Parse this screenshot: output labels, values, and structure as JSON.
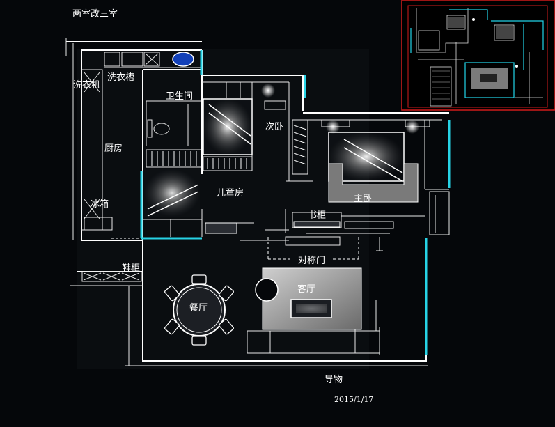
{
  "title": "两室改三室",
  "rooms": {
    "washer": "洗衣机",
    "laundry_sink": "洗衣槽",
    "bathroom": "卫生间",
    "kitchen": "厨房",
    "fridge": "冰箱",
    "second_bedroom": "次卧",
    "kids_room": "儿童房",
    "master_bedroom": "主卧",
    "bookcase": "书柜",
    "symmetric_door": "对称门",
    "shoe_cabinet": "鞋柜",
    "dining": "餐厅",
    "living": "客厅"
  },
  "footer": {
    "author": "导物",
    "date": "2015/1/17"
  },
  "colors": {
    "background": "#05070a",
    "line": "#ffffff",
    "accent": "#27d3e6",
    "minimap_border": "#d11b1b"
  }
}
